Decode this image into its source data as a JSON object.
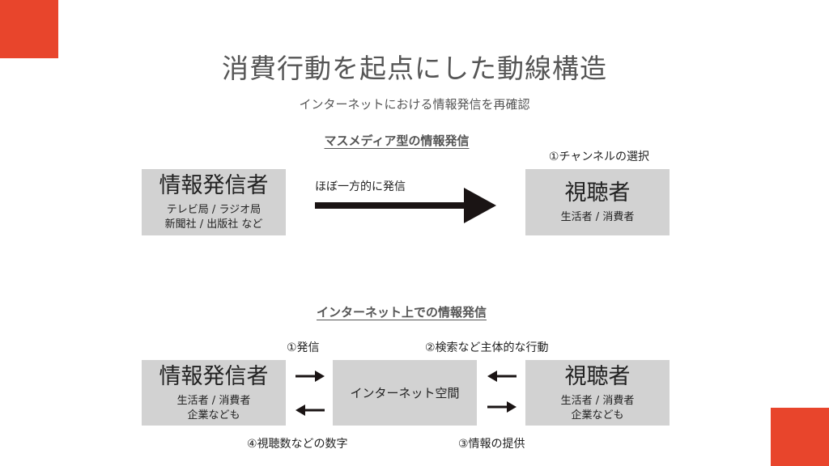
{
  "title": "消費行動を起点にした動線構造",
  "subtitle": "インターネットにおける情報発信を再確認",
  "accent_color": "#E8452C",
  "mass_media": {
    "heading": "マスメディア型の情報発信",
    "sender": {
      "title": "情報発信者",
      "lines": [
        "テレビ局 / ラジオ局",
        "新聞社 / 出版社 など"
      ]
    },
    "arrow_label": "ほぼ一方的に発信",
    "receiver_note": "①チャンネルの選択",
    "receiver": {
      "title": "視聴者",
      "lines": [
        "生活者 / 消費者"
      ]
    }
  },
  "internet": {
    "heading": "インターネット上での情報発信",
    "sender": {
      "title": "情報発信者",
      "lines": [
        "生活者 / 消費者",
        "企業なども"
      ]
    },
    "space": "インターネット空間",
    "receiver": {
      "title": "視聴者",
      "lines": [
        "生活者 / 消費者",
        "企業なども"
      ]
    },
    "step1": "①発信",
    "step2": "②検索など主体的な行動",
    "step3": "③情報の提供",
    "step4": "④視聴数などの数字"
  }
}
